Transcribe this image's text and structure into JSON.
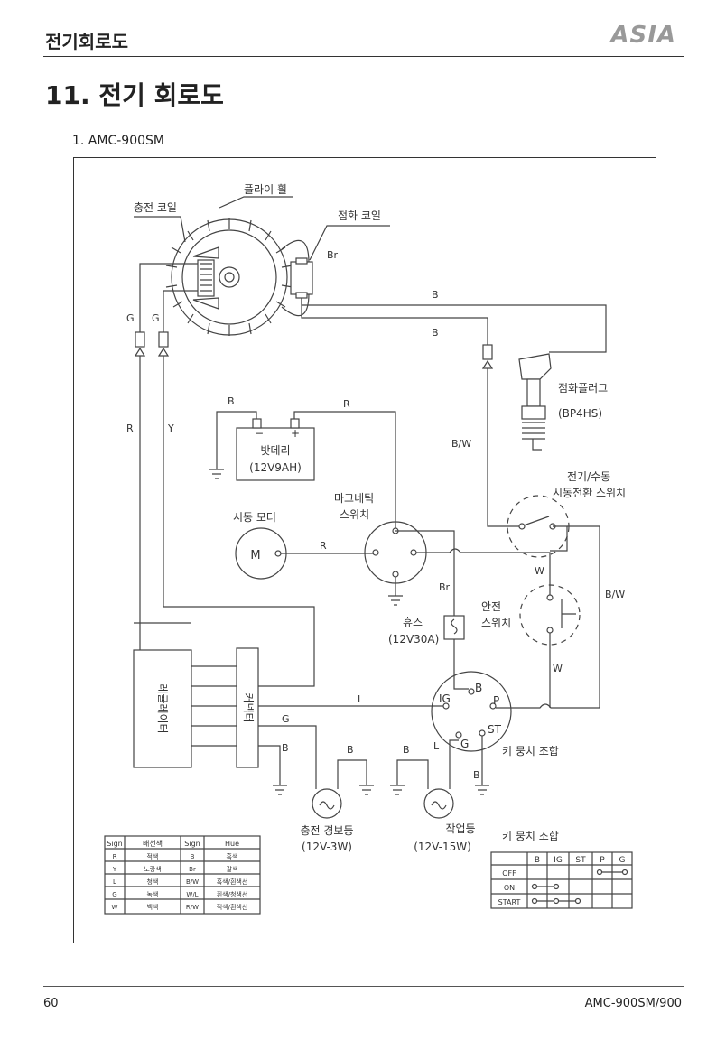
{
  "header": {
    "title": "전기회로도",
    "logo": "ASIA"
  },
  "section": {
    "title": "11. 전기 회로도",
    "subtitle": "1. AMC-900SM"
  },
  "labels": {
    "flywheel": "플라이 휠",
    "charge_coil": "충전 코일",
    "ignition_coil": "점화 코일",
    "spark_plug": "점화플러그",
    "spark_plug_model": "(BP4HS)",
    "battery": "밧데리",
    "battery_rating": "(12V9AH)",
    "start_motor": "시동 모터",
    "motor_letter": "M",
    "magnetic_switch_1": "마그네틱",
    "magnetic_switch_2": "스위치",
    "manual_switch_1": "전기/수동",
    "manual_switch_2": "시동전환 스위치",
    "safety_switch_1": "안전",
    "safety_switch_2": "스위치",
    "fuse": "휴즈",
    "fuse_rating": "(12V30A)",
    "regulator": "레귤레이터",
    "connector": "커넥터",
    "key_switch": "키 뭉치 조합",
    "charge_lamp_1": "충전 경보등",
    "charge_lamp_2": "(12V-3W)",
    "work_lamp_1": "작업등",
    "work_lamp_2": "(12V-15W)"
  },
  "wire_labels": {
    "g1": "G",
    "g2": "G",
    "r": "R",
    "y": "Y",
    "br1": "Br",
    "b1": "B",
    "b2": "B",
    "bw1": "B/W",
    "bw2": "B/W",
    "b3": "B",
    "r2": "R",
    "minus": "−",
    "plus": "+",
    "r3": "R",
    "w1": "W",
    "w2": "W",
    "br2": "Br",
    "l1": "L",
    "g3": "G",
    "b4": "B",
    "b5": "B",
    "b6": "B",
    "l2": "L",
    "b7": "B"
  },
  "key_terminals": {
    "ig": "IG",
    "b": "B",
    "p": "P",
    "st": "ST",
    "g": "G"
  },
  "color_table": {
    "headers": [
      "Sign",
      "배선색",
      "Sign",
      "Hue"
    ],
    "rows": [
      [
        "R",
        "적색",
        "B",
        "흑색"
      ],
      [
        "Y",
        "노랑색",
        "Br",
        "갈색"
      ],
      [
        "L",
        "청색",
        "B/W",
        "흑색/흰색선"
      ],
      [
        "G",
        "녹색",
        "W/L",
        "흰색/청색선"
      ],
      [
        "W",
        "백색",
        "R/W",
        "적색/흰색선"
      ]
    ]
  },
  "key_table": {
    "title": "키 뭉치 조합",
    "headers": [
      "",
      "B",
      "IG",
      "ST",
      "P",
      "G"
    ],
    "rows": [
      "OFF",
      "ON",
      "START"
    ]
  },
  "footer": {
    "page": "60",
    "model": "AMC-900SM/900"
  }
}
